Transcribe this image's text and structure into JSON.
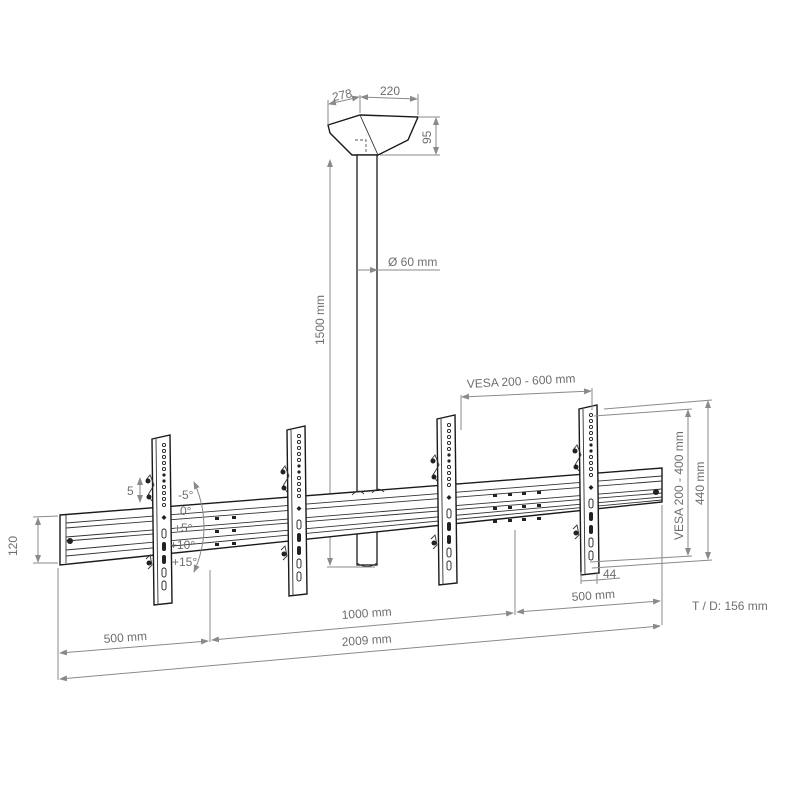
{
  "diagram": {
    "subject": "Ceiling mount video wall bracket with four tilting VESA arms",
    "colors": {
      "line": "#1a1a1a",
      "dimension": "#8a8a8a",
      "text": "#6e6e6e",
      "background": "#ffffff"
    },
    "ceiling_plate": {
      "depth_label": "278",
      "width_label": "220",
      "height_label": "95"
    },
    "pole": {
      "diameter_label": "Ø 60 mm",
      "length_label": "1500 mm"
    },
    "rail": {
      "height_label": "120",
      "total_length_label": "2009 mm"
    },
    "spacing": {
      "left_label": "500 mm",
      "middle_label": "1000 mm",
      "right_label": "500 mm"
    },
    "bracket": {
      "vesa_horizontal_label": "VESA 200 - 600 mm",
      "vesa_vertical_label": "VESA 200 - 400 mm",
      "height_label": "440 mm",
      "width_label": "44",
      "adjust_label": "5"
    },
    "tilt": {
      "angles": [
        "-5°",
        "0°",
        "+5°",
        "+10°",
        "+15°"
      ]
    },
    "depth_note": "T / D: 156 mm"
  }
}
